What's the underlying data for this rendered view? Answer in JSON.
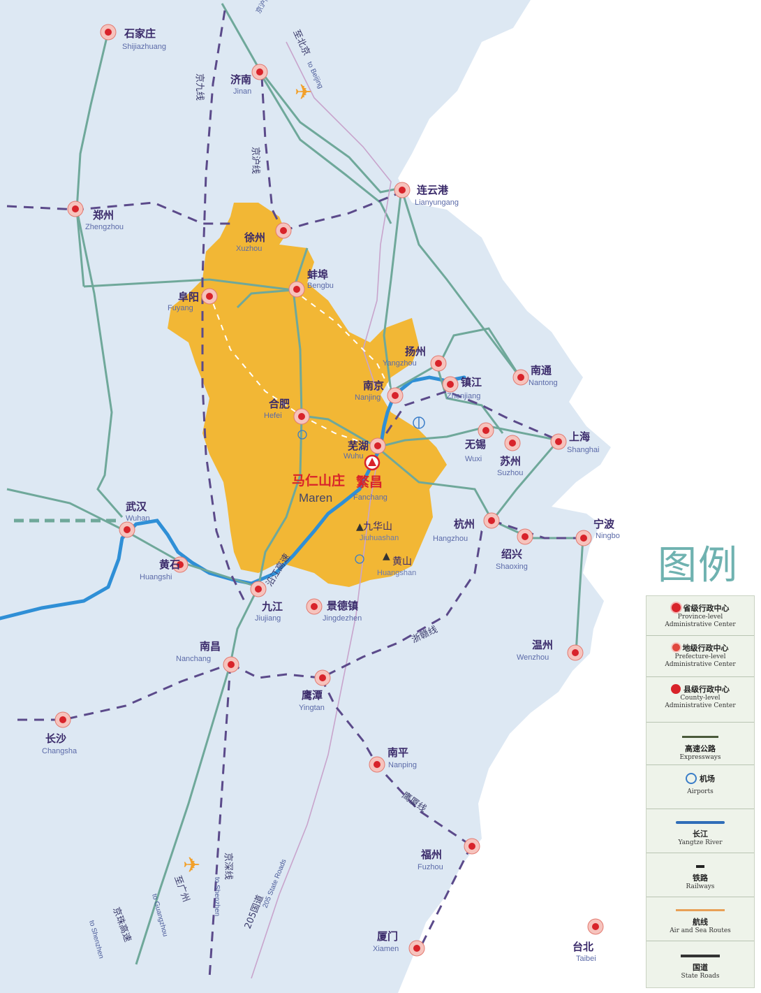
{
  "cities": {
    "shijiazhuang": {
      "cn": "石家庄",
      "en": "Shijiazhuang"
    },
    "jinan": {
      "cn": "济南",
      "en": "Jinan"
    },
    "zhengzhou": {
      "cn": "郑州",
      "en": "Zhengzhou"
    },
    "lianyungang": {
      "cn": "连云港",
      "en": "Lianyungang"
    },
    "xuzhou": {
      "cn": "徐州",
      "en": "Xuzhou"
    },
    "bengbu": {
      "cn": "蚌埠",
      "en": "Bengbu"
    },
    "fuyang": {
      "cn": "阜阳",
      "en": "Fuyang"
    },
    "yangzhou": {
      "cn": "扬州",
      "en": "Yangzhou"
    },
    "nantong": {
      "cn": "南通",
      "en": "Nantong"
    },
    "nanjing": {
      "cn": "南京",
      "en": "Nanjing"
    },
    "zhenjiang": {
      "cn": "镇江",
      "en": "Zhenjiang"
    },
    "hefei": {
      "cn": "合肥",
      "en": "Hefei"
    },
    "wuhu": {
      "cn": "芜湖",
      "en": "Wuhu"
    },
    "wuxi": {
      "cn": "无锡",
      "en": "Wuxi"
    },
    "suzhou": {
      "cn": "苏州",
      "en": "Suzhou"
    },
    "shanghai": {
      "cn": "上海",
      "en": "Shanghai"
    },
    "maren": {
      "cn": "马仁山庄",
      "en": "Maren"
    },
    "fanchang": {
      "cn": "繁昌",
      "en": "Fanchang"
    },
    "wuhan": {
      "cn": "武汉",
      "en": "Wuhan"
    },
    "hangzhou": {
      "cn": "杭州",
      "en": "Hangzhou"
    },
    "ningbo": {
      "cn": "宁波",
      "en": "Ningbo"
    },
    "jiuhuashan": {
      "cn": "九华山",
      "en": "Jiuhuashan"
    },
    "huangshi": {
      "cn": "黄石",
      "en": "Huangshi"
    },
    "huangshan": {
      "cn": "黄山",
      "en": "Huangshan"
    },
    "shaoxing": {
      "cn": "绍兴",
      "en": "Shaoxing"
    },
    "jiujiang": {
      "cn": "九江",
      "en": "Jiujiang"
    },
    "jingdezhen": {
      "cn": "景德镇",
      "en": "Jingdezhen"
    },
    "wenzhou": {
      "cn": "温州",
      "en": "Wenzhou"
    },
    "nanchang": {
      "cn": "南昌",
      "en": "Nanchang"
    },
    "yingtan": {
      "cn": "鹰潭",
      "en": "Yingtan"
    },
    "changsha": {
      "cn": "长沙",
      "en": "Changsha"
    },
    "nanping": {
      "cn": "南平",
      "en": "Nanping"
    },
    "fuzhou": {
      "cn": "福州",
      "en": "Fuzhou"
    },
    "xiamen": {
      "cn": "厦门",
      "en": "Xiamen"
    },
    "taibei": {
      "cn": "台北",
      "en": "Taibei"
    }
  },
  "route_labels": {
    "jingjiu": "京九线",
    "jinghu": "京沪线",
    "jinghu_gs": "京沪高速",
    "to_beijing_cn": "至北京",
    "to_beijing_en": "to Beijing",
    "yanjiang": "沿江高速",
    "zhegan": "浙赣线",
    "yingxia": "鹰厦线",
    "jingshen": "京深线",
    "to_shenzhen": "to Shenzhen",
    "to_guangzhou_cn": "至广州",
    "to_guangzhou_en": "to Guangzhou",
    "jingzhu": "京珠高速",
    "to_shenzhen2": "to Shenzhen",
    "road205_cn": "205国道",
    "road205_en": "205 State Roads"
  },
  "legend": {
    "title": "图例",
    "items": [
      {
        "cn": "省级行政中心",
        "en1": "Province-level",
        "en2": "Administrative Center"
      },
      {
        "cn": "地级行政中心",
        "en1": "Prefecture-level",
        "en2": "Administrative Center"
      },
      {
        "cn": "县级行政中心",
        "en1": "County-level",
        "en2": "Administrative Center"
      },
      {
        "cn": "高速公路",
        "en1": "Expressways",
        "en2": ""
      },
      {
        "cn": "机场",
        "en1": "Airports",
        "en2": ""
      },
      {
        "cn": "长江",
        "en1": "Yangtze River",
        "en2": ""
      },
      {
        "cn": "铁路",
        "en1": "Railways",
        "en2": ""
      },
      {
        "cn": "航线",
        "en1": "Air and Sea Routes",
        "en2": ""
      },
      {
        "cn": "国道",
        "en1": "State Roads",
        "en2": ""
      }
    ]
  },
  "colors": {
    "anhui": "#f2b735",
    "sea": "#ffffff",
    "land": "#dde8f3",
    "river": "#2f8fd6",
    "expressway": "#6fa89a",
    "railway": "#5b4a8a",
    "state_road": "#c8a4cc",
    "city_red": "#d8232a"
  }
}
